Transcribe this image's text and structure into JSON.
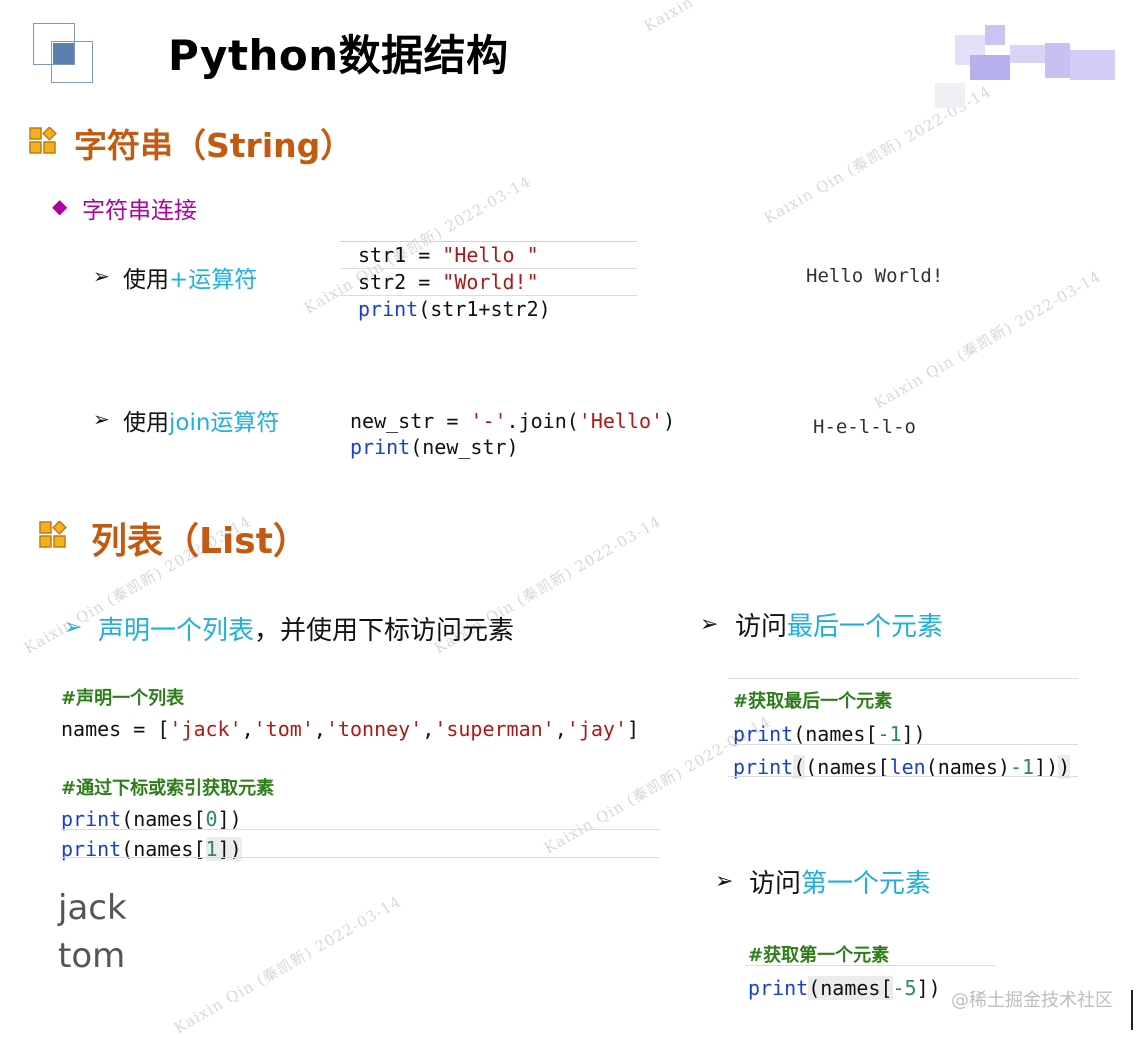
{
  "page": {
    "title": "Python数据结构",
    "footer": "@稀土掘金技术社区",
    "watermark": "Kaixin Qin (秦凯新) 2022-03-14"
  },
  "string_section": {
    "title": "字符串（String）",
    "subtopic": "字符串连接",
    "plus": {
      "label_prefix": "使用",
      "label_highlight": "+运算符",
      "code": {
        "line1_var": "str1 = ",
        "line1_str": "\"Hello \"",
        "line2_var": "str2 = ",
        "line2_str": "\"World!\"",
        "line3_kw": "print",
        "line3_rest": "(str1+str2)"
      },
      "output": "Hello World!"
    },
    "join": {
      "label_prefix": "使用",
      "label_highlight": "join运算符",
      "code": {
        "line1_a": "new_str = ",
        "line1_sep": "'-'",
        "line1_b": ".join(",
        "line1_arg": "'Hello'",
        "line1_c": ")",
        "line2_kw": "print",
        "line2_rest": "(new_str)"
      },
      "output": "H-e-l-l-o"
    }
  },
  "list_section": {
    "title": "列表（List）",
    "declare": {
      "heading_highlight": "声明一个列表",
      "heading_rest": "，并使用下标访问元素",
      "comment1": "#声明一个列表",
      "names_prefix": "names = [",
      "items": [
        "'jack'",
        "'tom'",
        "'tonney'",
        "'superman'",
        "'jay'"
      ],
      "names_suffix": "]",
      "comment2": "#通过下标或索引获取元素",
      "print1_kw": "print",
      "print1_a": "(names[",
      "print1_idx": "0",
      "print1_b": "])",
      "print2_kw": "print",
      "print2_a": "(names[",
      "print2_idx": "1",
      "print2_b": "])",
      "outputs": [
        "jack",
        "tom"
      ]
    },
    "last": {
      "heading_prefix": "访问",
      "heading_highlight": "最后一个元素",
      "comment": "#获取最后一个元素",
      "line1_kw": "print",
      "line1_a": "(names[",
      "line1_idx": "-1",
      "line1_b": "])",
      "line2_kw": "print",
      "line2_a": "(names[",
      "line2_len": "len",
      "line2_b": "(names)",
      "line2_idx": "-1",
      "line2_c": "])"
    },
    "first": {
      "heading_prefix": "访问",
      "heading_highlight": "第一个元素",
      "comment": "#获取第一个元素",
      "line1_kw": "print",
      "line1_a": "(names[",
      "line1_idx": "-5",
      "line1_b": "])"
    }
  },
  "colors": {
    "section_title": "#c45a10",
    "highlight": "#1fb0e0",
    "subtopic": "#b000a0",
    "keyword": "#1a3fd0",
    "string": "#b01818",
    "comment": "#2e7d1a"
  }
}
